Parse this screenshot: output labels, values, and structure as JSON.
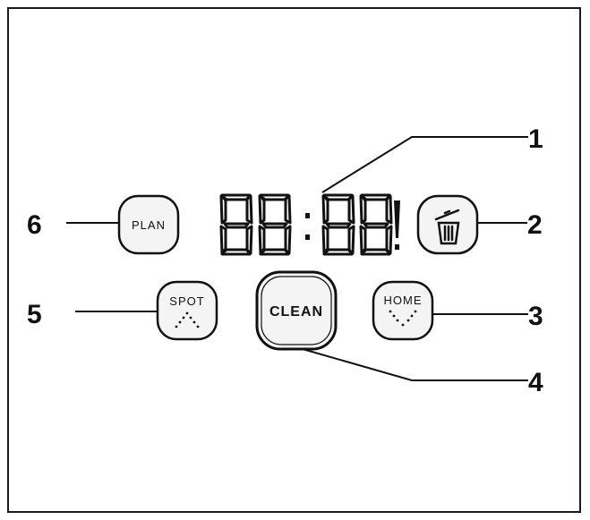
{
  "display": {
    "digits": [
      "8",
      "8",
      "8",
      "8"
    ],
    "separator": ":",
    "alert": "!"
  },
  "buttons": {
    "plan": {
      "label": "PLAN"
    },
    "spot": {
      "label": "SPOT"
    },
    "clean": {
      "label": "CLEAN"
    },
    "home": {
      "label": "HOME"
    },
    "trash": {
      "icon": "trash-can-icon"
    }
  },
  "callouts": [
    "1",
    "2",
    "3",
    "4",
    "5",
    "6"
  ],
  "colors": {
    "ink": "#111111",
    "button_fill": "#f4f4f4",
    "background": "#ffffff"
  }
}
